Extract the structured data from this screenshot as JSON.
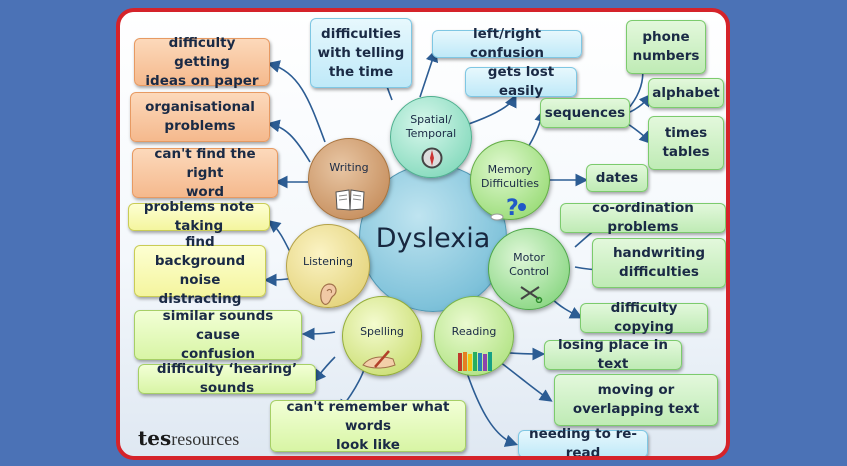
{
  "center": "Dyslexia",
  "categories": {
    "writing": "Writing",
    "spatial": "Spatial/\nTemporal",
    "memory": "Memory\nDifficulties",
    "motor": "Motor\nControl",
    "listening": "Listening",
    "spelling": "Spelling",
    "reading": "Reading"
  },
  "items": {
    "ideas": "difficulty getting\nideas on paper",
    "organisation": "organisational\nproblems",
    "find_word": "can't find the right\nword",
    "note_taking": "problems note taking",
    "telling_time": "difficulties\nwith telling\nthe time",
    "left_right": "left/right confusion",
    "lost": "gets lost easily",
    "sequences": "sequences",
    "phone": "phone\nnumbers",
    "alphabet": "alphabet",
    "times": "times\ntables",
    "dates": "dates",
    "coordination": "co-ordination problems",
    "handwriting": "handwriting\ndifficulties",
    "copying": "difficulty copying",
    "background_noise": "find background\nnoise distracting",
    "similar_sounds": "similar sounds cause\nconfusion",
    "hearing_sounds": "difficulty ‘hearing’ sounds",
    "remember_words": "can't remember what words\nlook like",
    "losing_place": "losing place in text",
    "overlapping": "moving or\noverlapping text",
    "reread": "needing to re-read"
  },
  "logo": {
    "brand": "tes",
    "suffix": "resources"
  },
  "colors": {
    "border": "#d5232a",
    "background": "#4b72b6"
  }
}
